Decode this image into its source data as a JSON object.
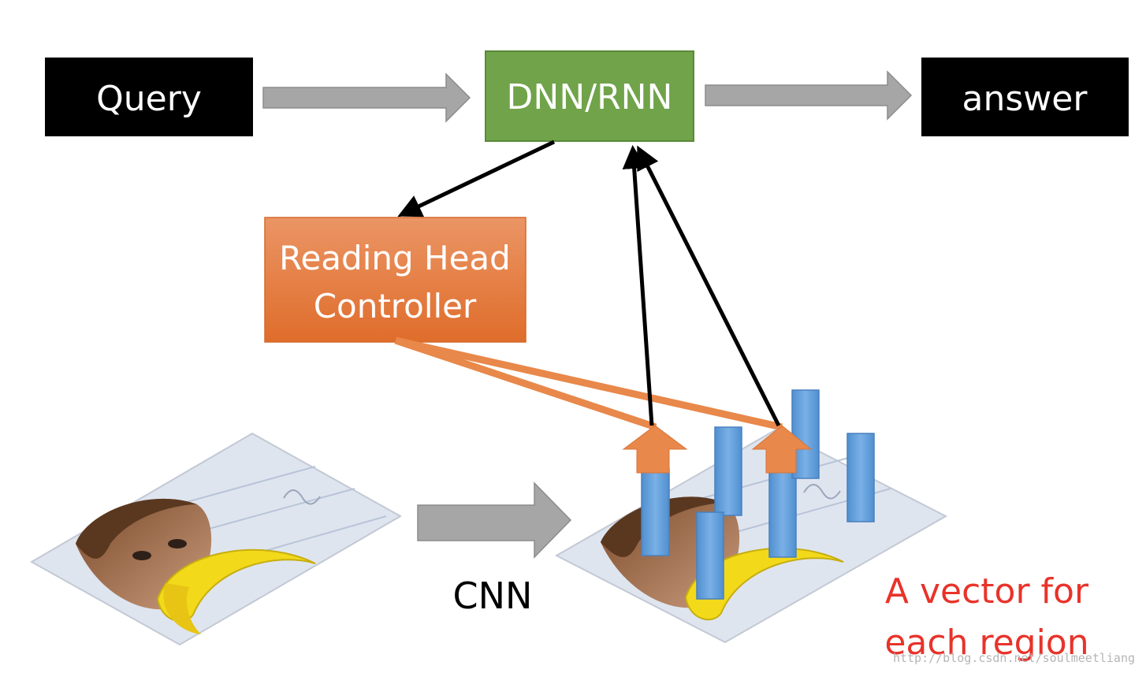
{
  "nodes": {
    "query": {
      "label": "Query",
      "color": "#000000",
      "text_color": "#ffffff"
    },
    "dnn_rnn": {
      "label": "DNN/RNN",
      "color": "#70a34a",
      "text_color": "#ffffff"
    },
    "answer": {
      "label": "answer",
      "color": "#000000",
      "text_color": "#ffffff"
    },
    "reading_head": {
      "label_line1": "Reading Head",
      "label_line2": "Controller",
      "color": "#e07a3a",
      "text_color": "#ffffff"
    }
  },
  "labels": {
    "cnn": "CNN",
    "vector_line1": "A vector for",
    "vector_line2": "each region",
    "watermark": "http://blog.csdn.net/soulmeetliang"
  },
  "colors": {
    "arrow_gray": "#a6a6a6",
    "arrow_black": "#000000",
    "orange_line": "#e8884a",
    "bar_blue": "#5b9bd5",
    "caption_red": "#e8332a"
  }
}
